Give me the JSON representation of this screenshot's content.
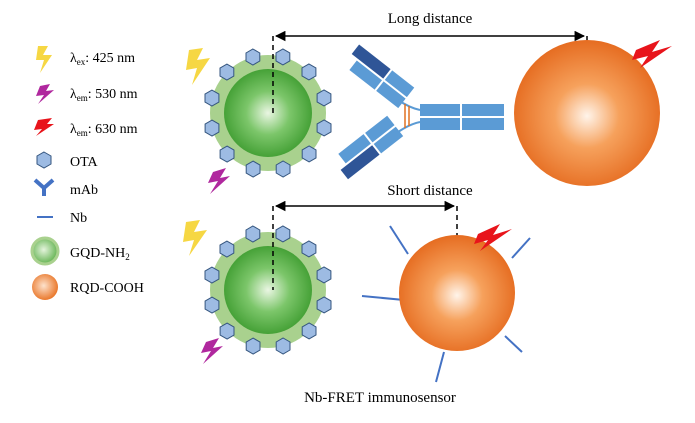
{
  "legend": {
    "items": [
      {
        "key": "ex",
        "symbol": "λ",
        "sub": "ex",
        "value": ": 425 nm",
        "icon": "lightning-yellow-icon",
        "color": "#f6d743"
      },
      {
        "key": "em530",
        "symbol": "λ",
        "sub": "em",
        "value": ": 530 nm",
        "icon": "lightning-magenta-icon",
        "color": "#b0289e"
      },
      {
        "key": "em630",
        "symbol": "λ",
        "sub": "em",
        "value": ": 630 nm",
        "icon": "lightning-red-icon",
        "color": "#e8141b"
      },
      {
        "key": "ota",
        "label": "OTA",
        "icon": "hexagon-icon"
      },
      {
        "key": "mab",
        "label": "mAb",
        "icon": "y-antibody-icon"
      },
      {
        "key": "nb",
        "label": "Nb",
        "icon": "line-icon"
      },
      {
        "key": "gqd",
        "label": "GQD-NH",
        "sub": "2",
        "icon": "green-sphere-icon"
      },
      {
        "key": "rqd",
        "label": "RQD-COOH",
        "icon": "orange-sphere-icon"
      }
    ]
  },
  "diagram": {
    "long_label": "Long distance",
    "short_label": "Short distance",
    "caption": "Nb-FRET immunosensor"
  },
  "colors": {
    "green_shell": "#a9d18e",
    "green_core": "#3a9a2e",
    "orange_core": "#e8701f",
    "hexagon_fill": "#9dbbe3",
    "hexagon_stroke": "#35567f",
    "antibody_light": "#5b9bd5",
    "antibody_dark": "#2f5597",
    "nb_line": "#4472c4"
  }
}
